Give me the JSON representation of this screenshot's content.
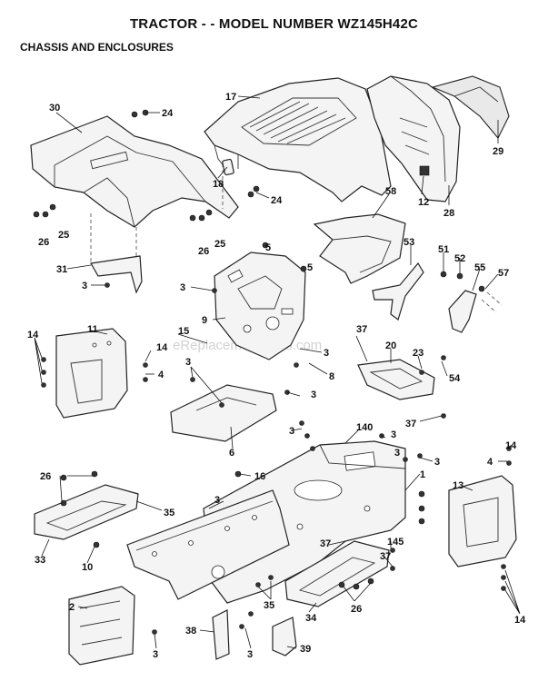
{
  "title": "TRACTOR - - MODEL NUMBER WZ145H42C",
  "subtitle": "CHASSIS AND ENCLOSURES",
  "watermark": "eReplacementParts.com",
  "callouts": [
    "30",
    "24",
    "17",
    "29",
    "18",
    "24",
    "12",
    "28",
    "58",
    "26",
    "25",
    "26",
    "25",
    "5",
    "5",
    "53",
    "51",
    "52",
    "55",
    "57",
    "31",
    "3",
    "3",
    "9",
    "11",
    "14",
    "14",
    "15",
    "37",
    "20",
    "23",
    "3",
    "4",
    "3",
    "8",
    "3",
    "54",
    "3",
    "37",
    "6",
    "3",
    "140",
    "14",
    "3",
    "16",
    "4",
    "1",
    "3",
    "13",
    "26",
    "35",
    "3",
    "33",
    "10",
    "37",
    "145",
    "37",
    "35",
    "2",
    "34",
    "26",
    "14",
    "38",
    "3",
    "3",
    "39"
  ]
}
